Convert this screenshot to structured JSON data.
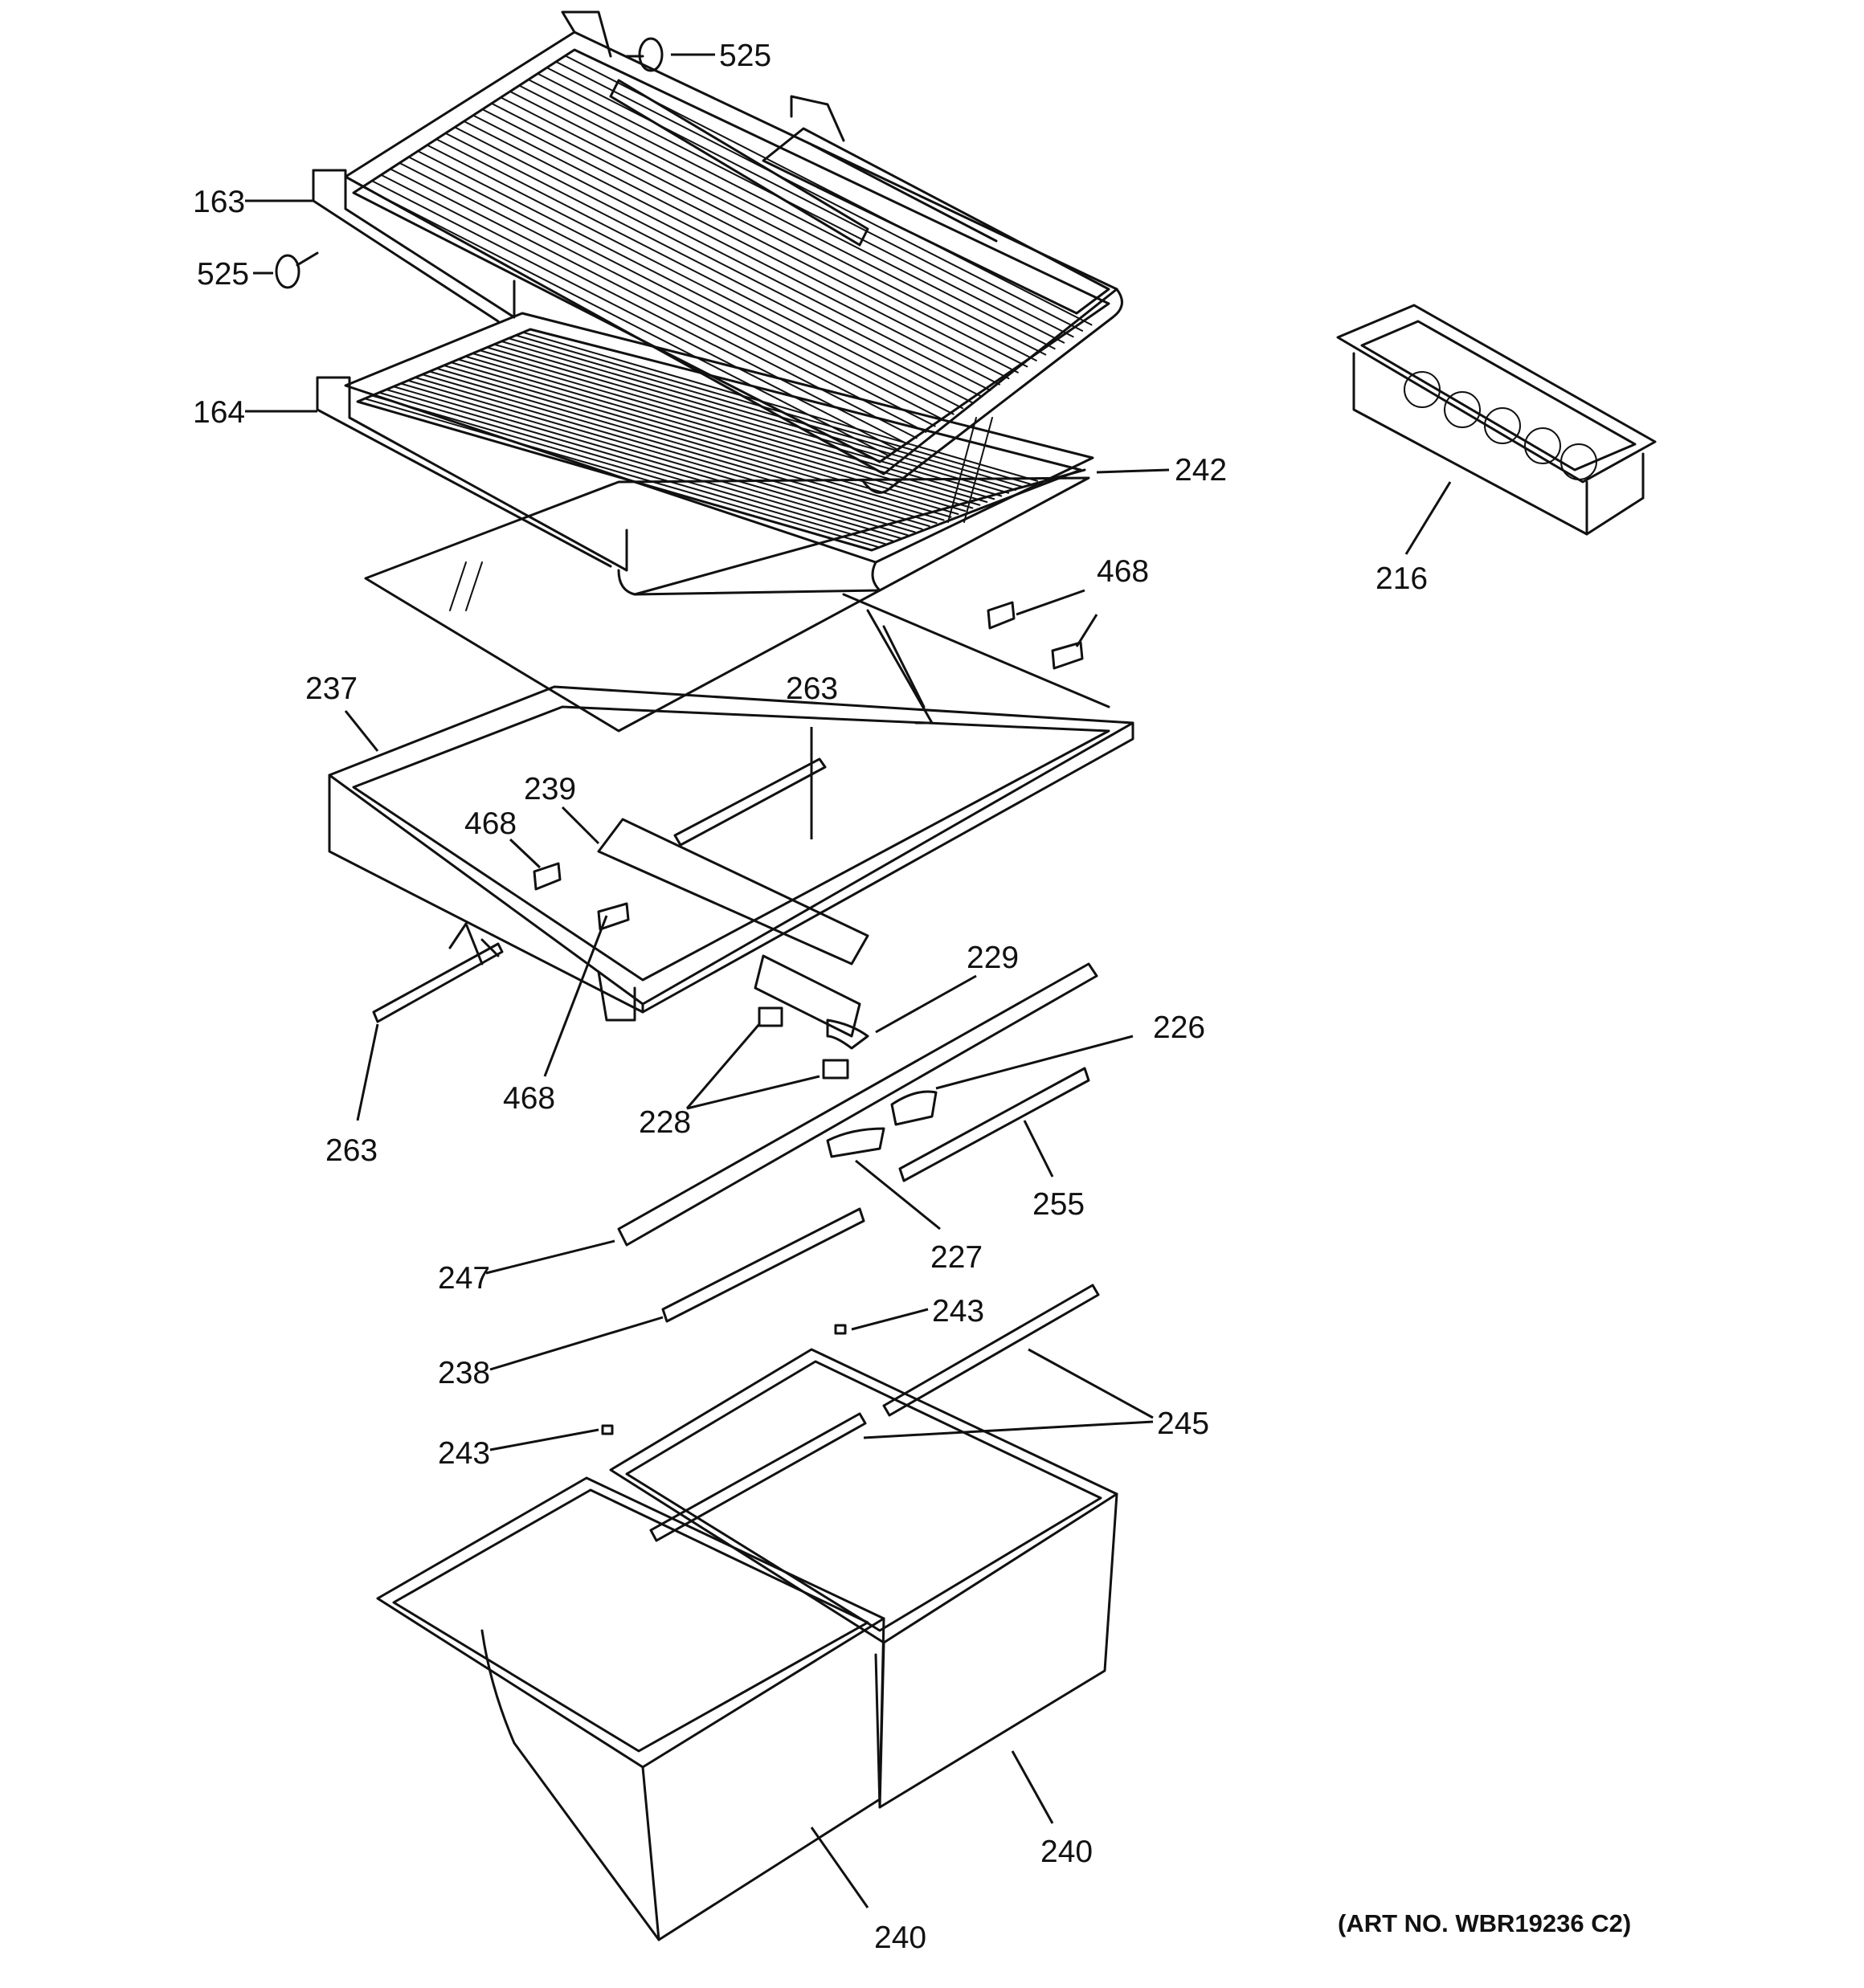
{
  "diagram": {
    "callouts": [
      {
        "id": "c525a",
        "label": "525"
      },
      {
        "id": "c163",
        "label": "163"
      },
      {
        "id": "c525b",
        "label": "525"
      },
      {
        "id": "c164",
        "label": "164"
      },
      {
        "id": "c242",
        "label": "242"
      },
      {
        "id": "c216",
        "label": "216"
      },
      {
        "id": "c468a",
        "label": "468"
      },
      {
        "id": "c237",
        "label": "237"
      },
      {
        "id": "c263a",
        "label": "263"
      },
      {
        "id": "c239",
        "label": "239"
      },
      {
        "id": "c468b",
        "label": "468"
      },
      {
        "id": "c229",
        "label": "229"
      },
      {
        "id": "c226",
        "label": "226"
      },
      {
        "id": "c468c",
        "label": "468"
      },
      {
        "id": "c228",
        "label": "228"
      },
      {
        "id": "c263b",
        "label": "263"
      },
      {
        "id": "c255",
        "label": "255"
      },
      {
        "id": "c227",
        "label": "227"
      },
      {
        "id": "c247",
        "label": "247"
      },
      {
        "id": "c243a",
        "label": "243"
      },
      {
        "id": "c238",
        "label": "238"
      },
      {
        "id": "c245",
        "label": "245"
      },
      {
        "id": "c243b",
        "label": "243"
      },
      {
        "id": "c240a",
        "label": "240"
      },
      {
        "id": "c240b",
        "label": "240"
      }
    ],
    "art_number": "(ART NO. WBR19236 C2)"
  }
}
